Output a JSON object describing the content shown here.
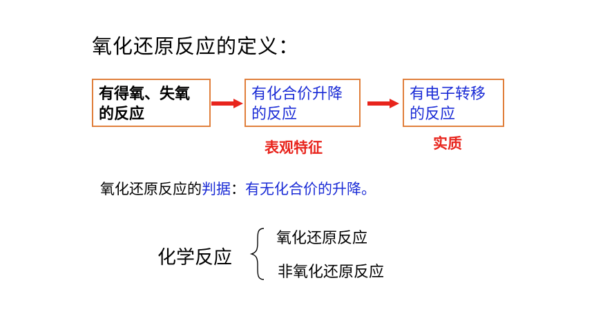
{
  "title": "氧化还原反应的定义：",
  "flow": {
    "box1": [
      "有得氧、失氧",
      "的反应"
    ],
    "box2": [
      "有化合价升降",
      "的反应"
    ],
    "box3": [
      "有电子转移",
      "的反应"
    ],
    "tag2": "表观特征",
    "tag3": "实质",
    "colors": {
      "border": "#e07e3a",
      "arrow": "#e8241c",
      "blue": "#1a2bd6"
    }
  },
  "criterion": {
    "prefix": "氧化还原反应的",
    "keyword": "判据",
    "colon": "：",
    "content": "有无化合价的升降。"
  },
  "classification": {
    "label": "化学反应",
    "items": [
      "氧化还原反应",
      "非氧化还原反应"
    ]
  }
}
